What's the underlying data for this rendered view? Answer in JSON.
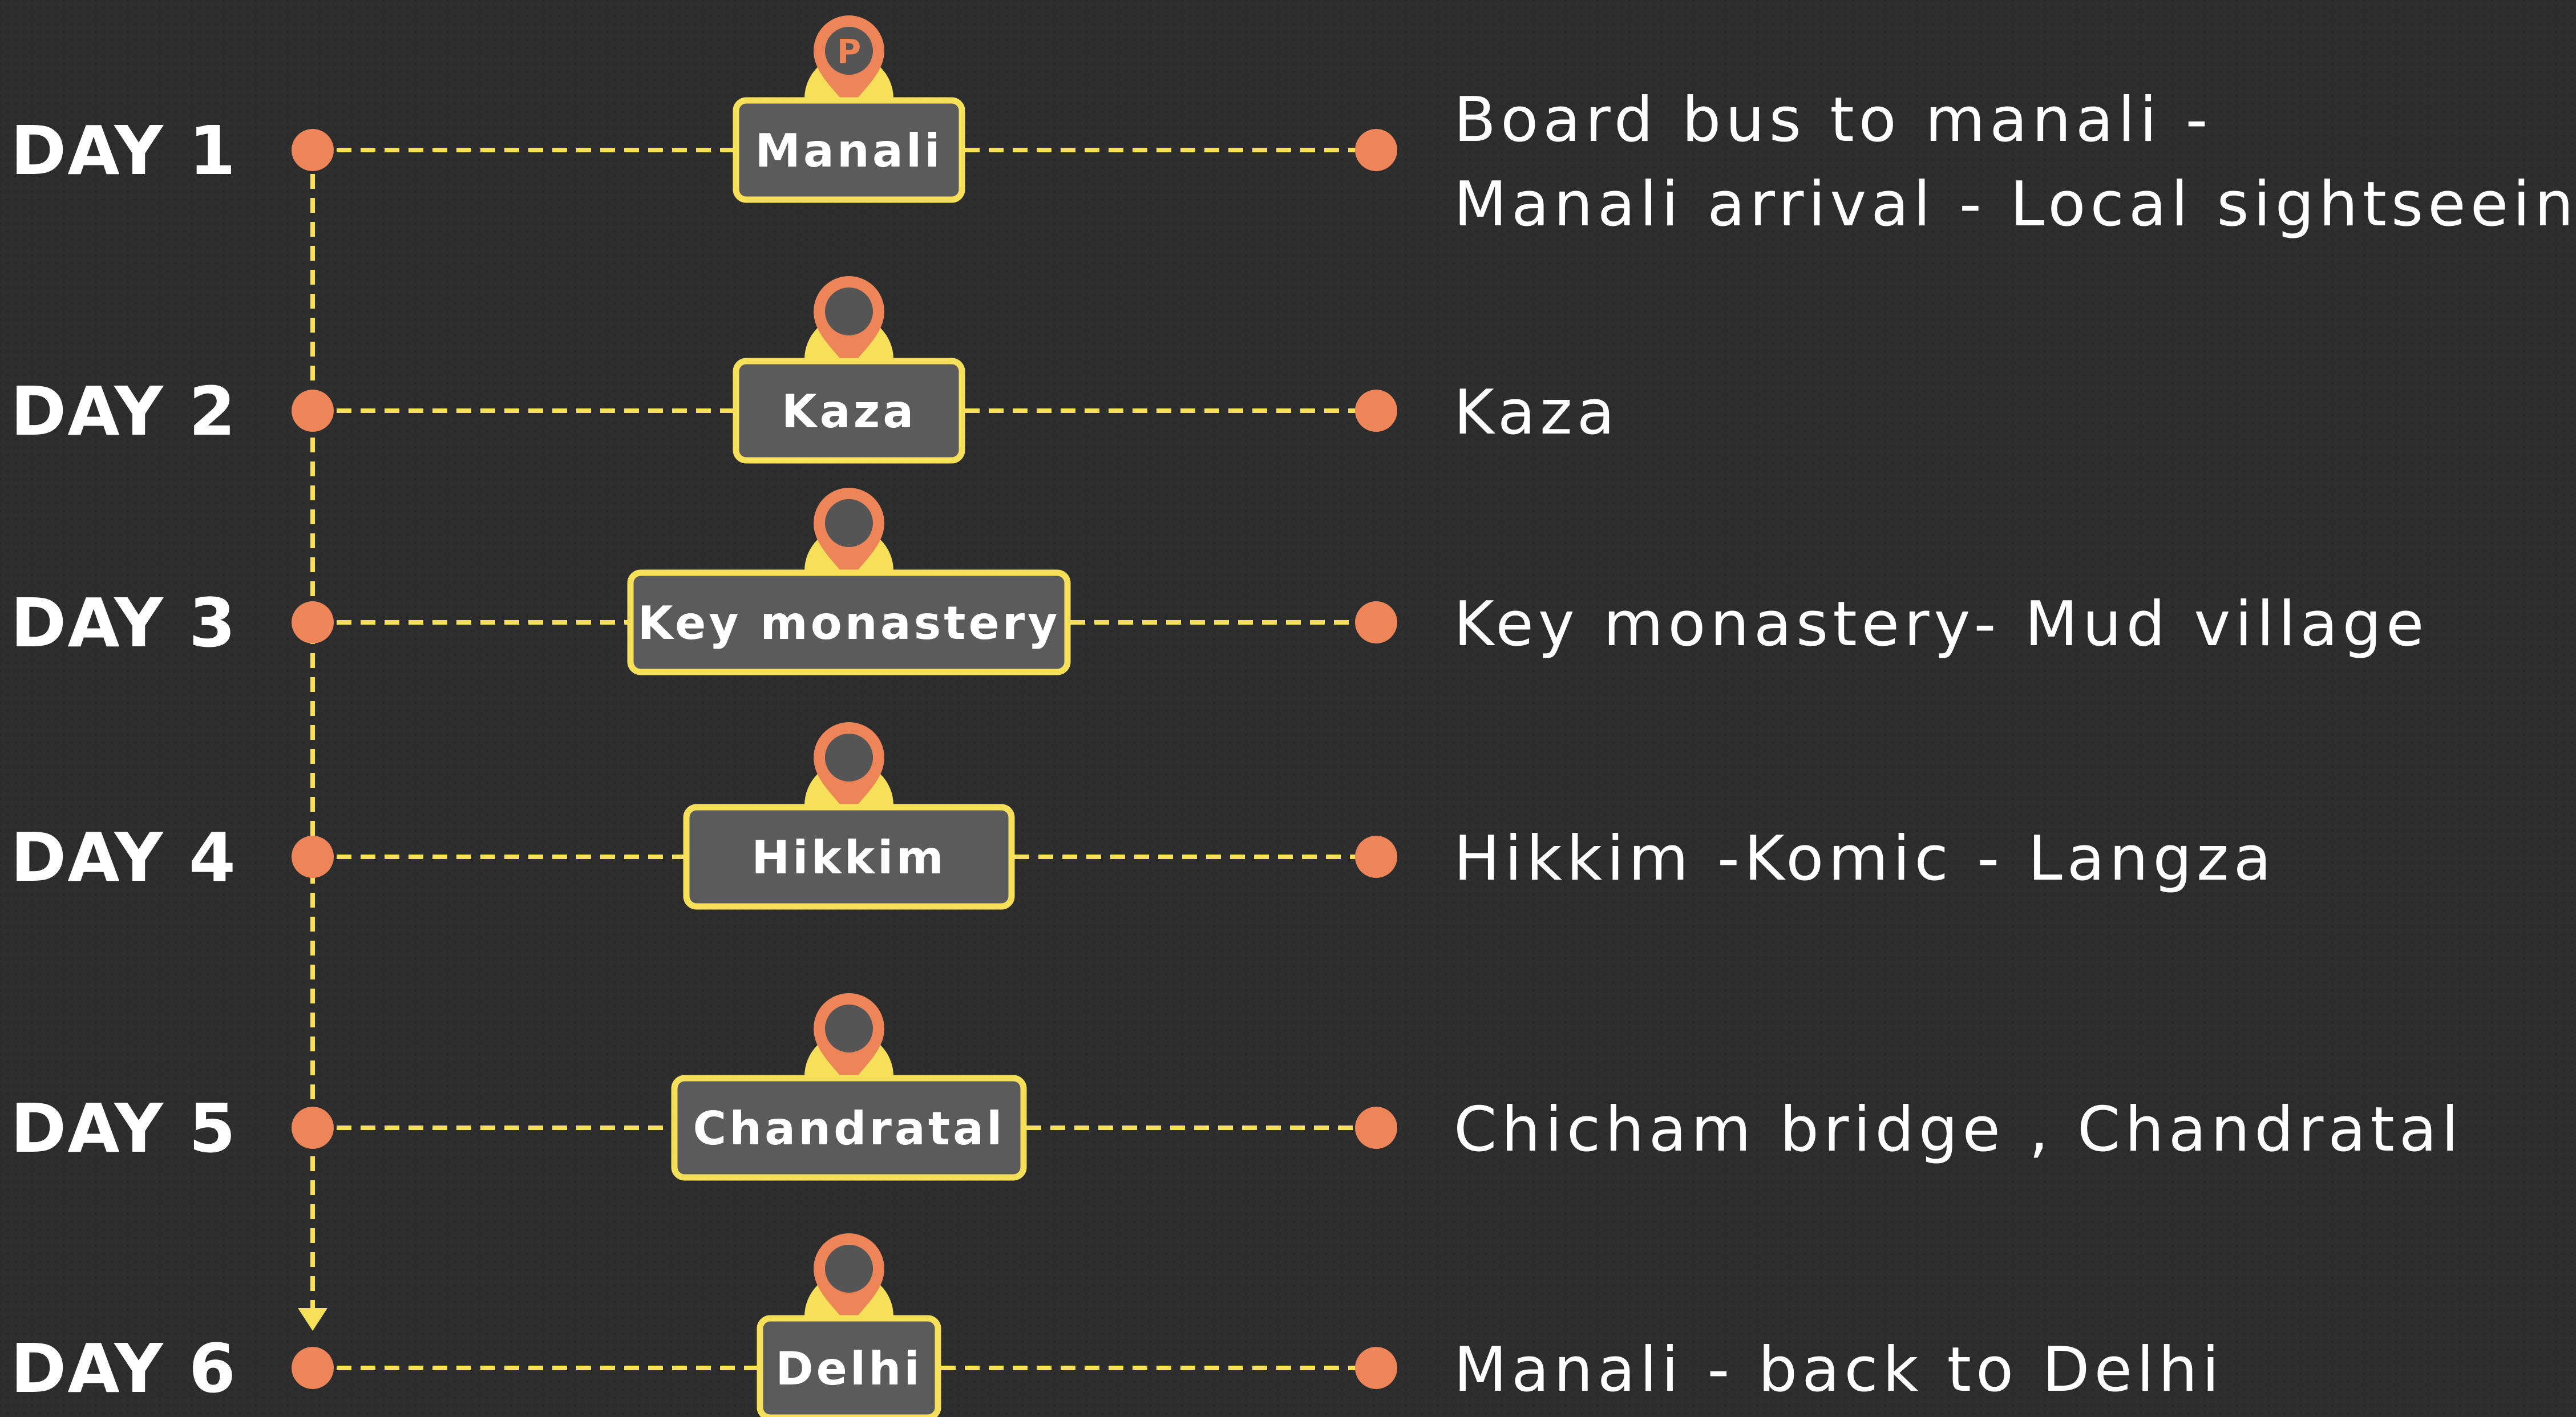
{
  "colors": {
    "background": "#2d2d2d",
    "connector": "#f6e05a",
    "dot": "#ee8558",
    "box_fill": "#5b5b5b",
    "box_border": "#f6e05a",
    "pin": "#ee8558",
    "pin_inner": "#555555",
    "text": "#ffffff"
  },
  "itinerary": [
    {
      "day": "DAY 1",
      "place": "Manali",
      "pin_letter": "P",
      "description": [
        "Board bus to manali -",
        "Manali arrival - Local sightseeing"
      ]
    },
    {
      "day": "DAY 2",
      "place": "Kaza",
      "pin_letter": "",
      "description": [
        "Kaza"
      ]
    },
    {
      "day": "DAY 3",
      "place": "Key monastery",
      "pin_letter": "",
      "description": [
        "Key monastery- Mud village"
      ]
    },
    {
      "day": "DAY 4",
      "place": "Hikkim",
      "pin_letter": "",
      "description": [
        "Hikkim -Komic - Langza"
      ]
    },
    {
      "day": "DAY 5",
      "place": "Chandratal",
      "pin_letter": "",
      "description": [
        "Chicham bridge , Chandratal"
      ]
    },
    {
      "day": "DAY 6",
      "place": "Delhi",
      "pin_letter": "",
      "description": [
        "Manali - back to Delhi"
      ]
    }
  ]
}
